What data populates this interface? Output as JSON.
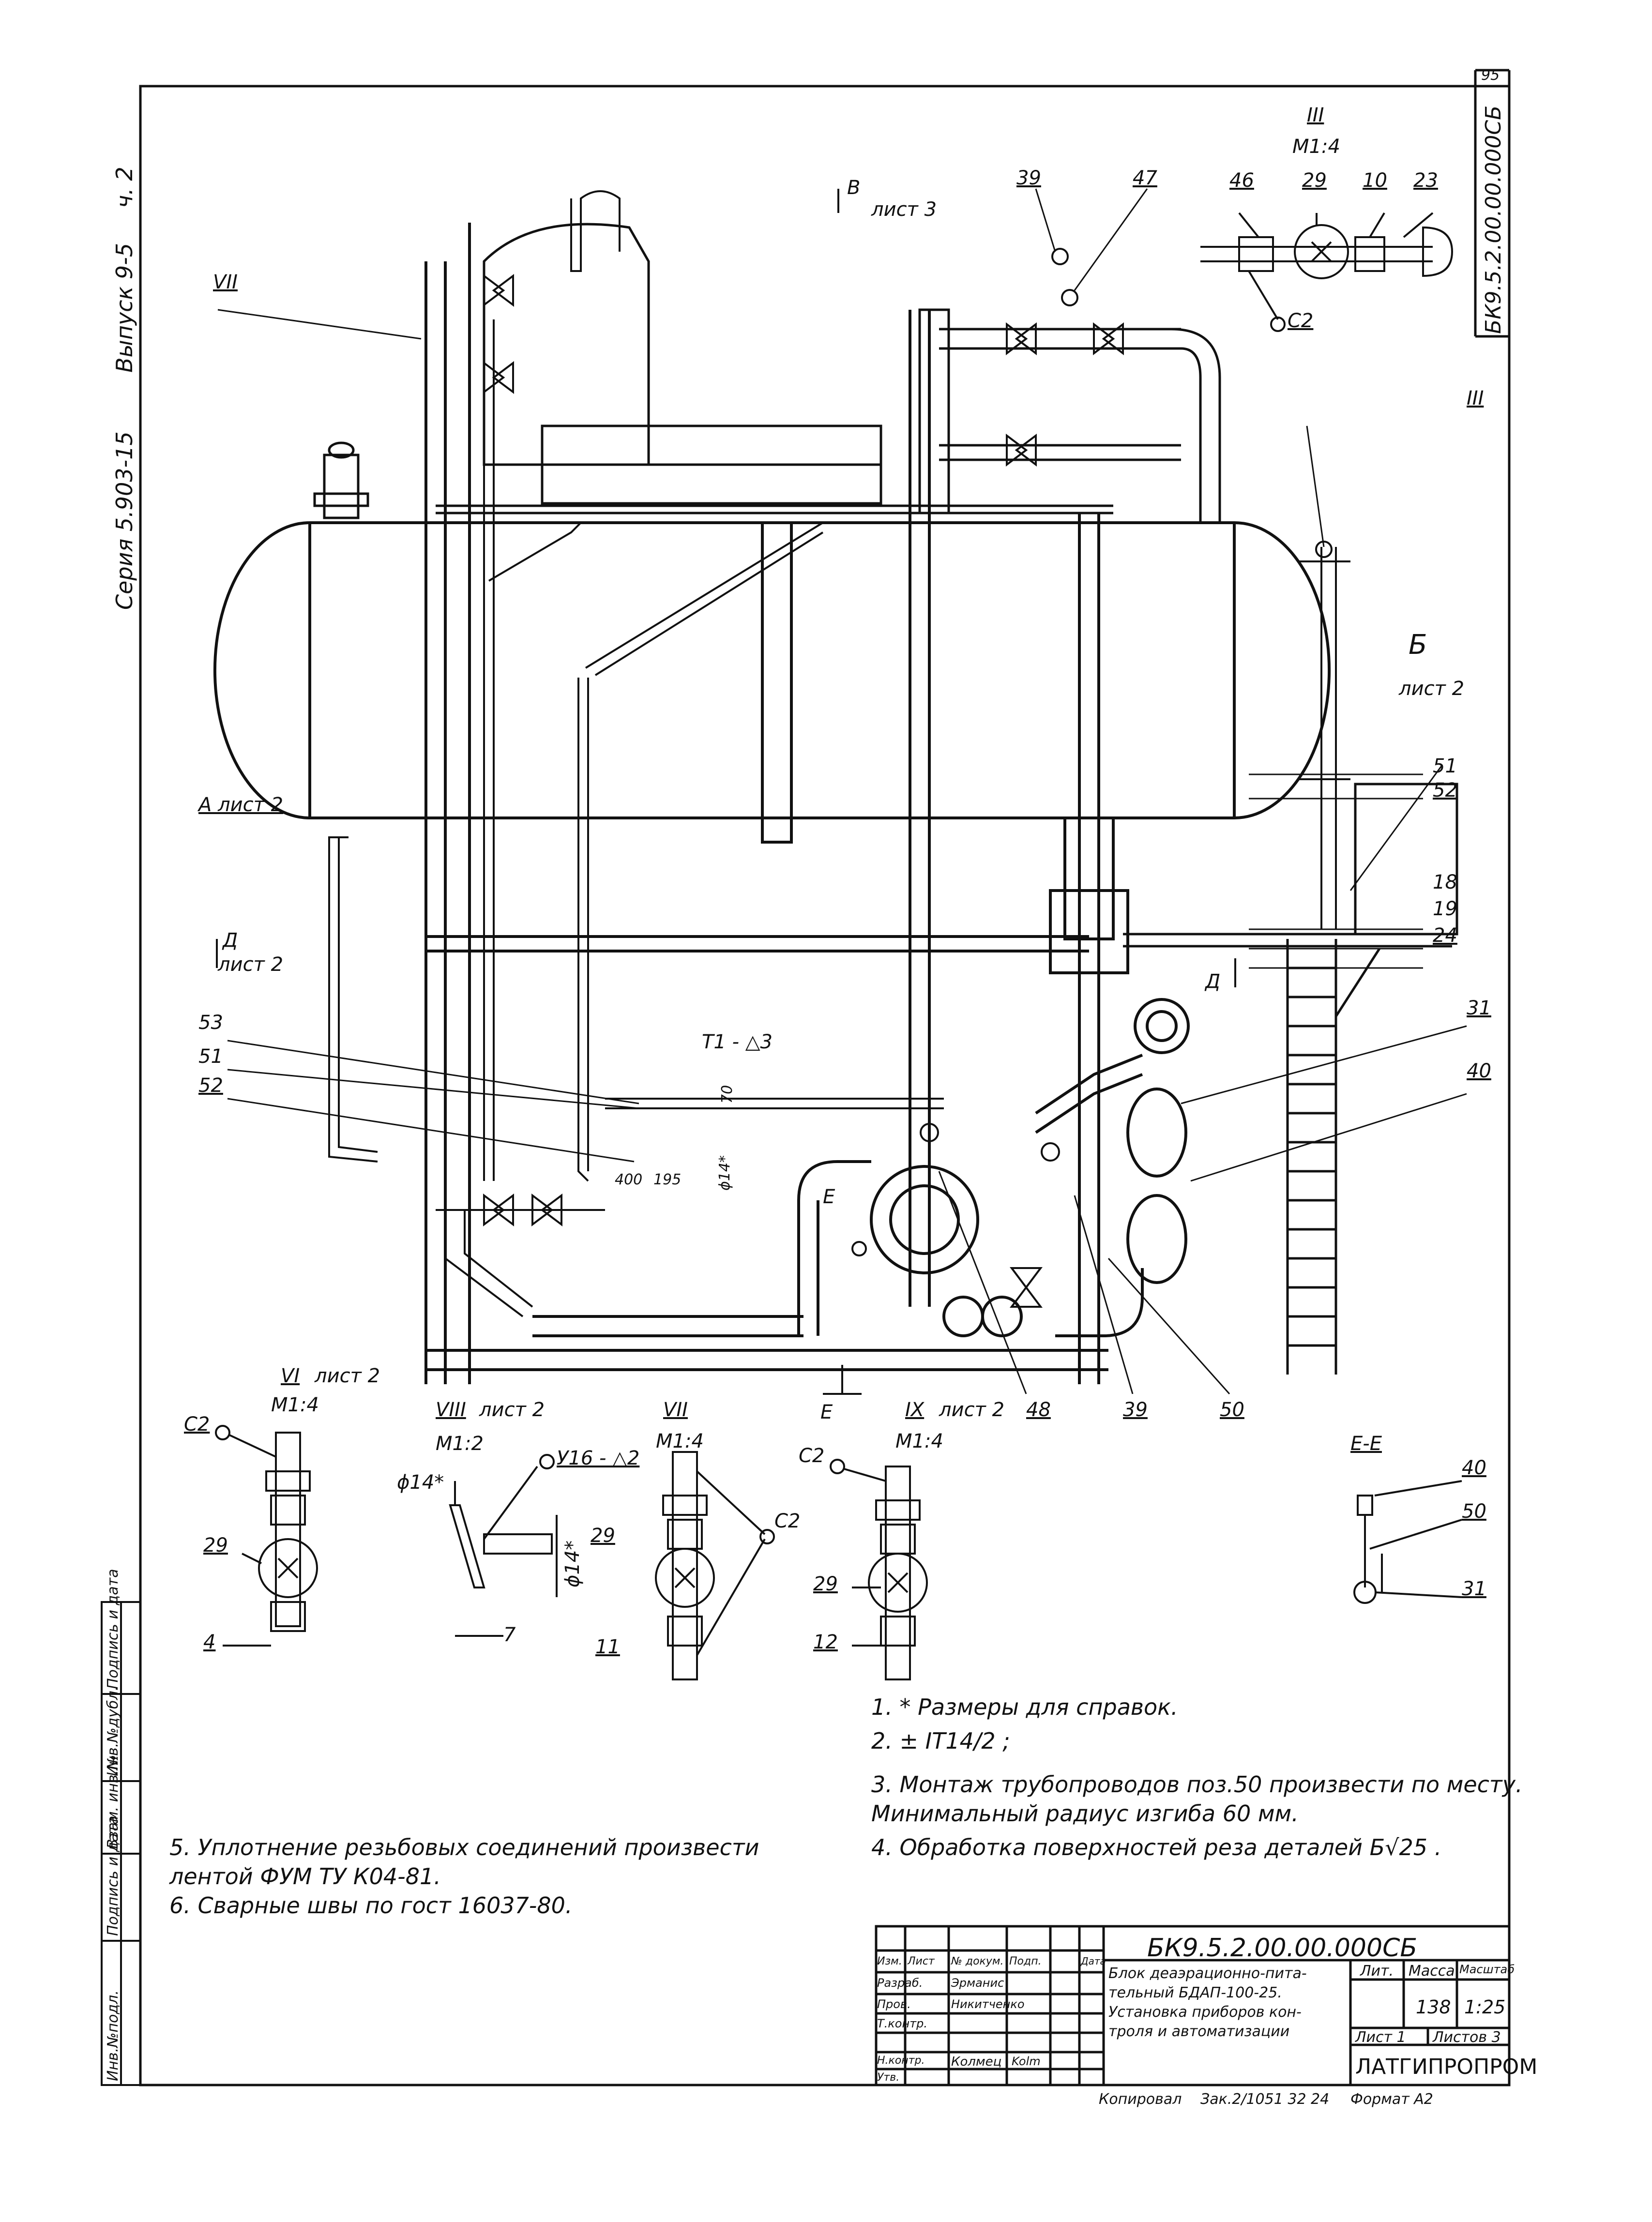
{
  "sheet": {
    "page_number": "95",
    "doc_code_vertical": "БК9.5.2.00.00.000СБ",
    "series": "Серия 5.903-15",
    "issue": "Выпуск 9-5",
    "part": "ч. 2"
  },
  "left_stamp": [
    "Инв.№подл.",
    "Подпись и дата",
    "Взам. инв.№",
    "Инв.№дубл.",
    "Подпись и дата"
  ],
  "view_labels": {
    "B": "В",
    "B_sheet": "лист 3",
    "Bside": "Б",
    "Bside_sheet": "лист 2",
    "A": "А лист 2",
    "D": "Д",
    "D_sheet": "лист 2",
    "D2": "Д",
    "E": "Е",
    "E_bottom": "Е",
    "callout_VII": "VII",
    "callout_III": "III",
    "T1": "Т1 - △3"
  },
  "callouts_top": [
    "39",
    "47"
  ],
  "callouts_right": [
    "51",
    "52",
    "18",
    "19",
    "24",
    "31",
    "40"
  ],
  "callouts_left": [
    "53",
    "51",
    "52"
  ],
  "callouts_bottom": [
    "48",
    "39",
    "50"
  ],
  "dimensions": {
    "d400": "400",
    "d195": "195",
    "d70": "70",
    "d14": "ϕ14*"
  },
  "detail_III": {
    "title": "III",
    "scale": "М1:4",
    "items": [
      "46",
      "29",
      "10",
      "23"
    ],
    "tag": "С2"
  },
  "detail_VI": {
    "title": "VI",
    "sheet": "лист 2",
    "scale": "М1:4",
    "tag": "С2",
    "items": [
      "29",
      "4"
    ]
  },
  "detail_VIII": {
    "title": "VIII",
    "sheet": "лист 2",
    "scale": "М1:2",
    "weld": "У16 - △2",
    "dim1": "ϕ14*",
    "dim2": "ϕ14*",
    "dim3": "7"
  },
  "detail_VII": {
    "title": "VII",
    "scale": "М1:4",
    "tag": "С2",
    "items": [
      "29",
      "11"
    ]
  },
  "detail_IX": {
    "title": "IX",
    "sheet": "лист 2",
    "scale": "М1:4",
    "tag": "С2",
    "items": [
      "29",
      "12"
    ],
    "cut_label": "Е"
  },
  "section_EE": {
    "title": "Е-Е",
    "items": [
      "40",
      "50",
      "31"
    ]
  },
  "notes_right": [
    "1. * Размеры для справок.",
    "2. ± IT14/2 ;",
    "3. Монтаж трубопроводов поз.50 произвести по месту.",
    "    Минимальный радиус изгиба 60 мм.",
    "4. Обработка поверхностей реза деталей Б√25 ."
  ],
  "notes_left": [
    "5. Уплотнение резьбовых соединений произвести",
    "    лентой ФУМ ТУ К04-81.",
    "6. Сварные швы по гост 16037-80."
  ],
  "title_block": {
    "designation": "БК9.5.2.00.00.000СБ",
    "name_lines": [
      "Блок деаэрационно-питательный БДАП-100-25.",
      "Установка приборов кон-",
      "троля и автоматизации"
    ],
    "name_line1": "Блок деаэрационно-пита-",
    "name_line2": "тельный БДАП-100-25.",
    "name_line3": "Установка приборов кон-",
    "name_line4": "троля и автоматизации",
    "col_lit": "Лит.",
    "col_mass": "Масса",
    "col_scale": "Масштаб",
    "mass": "138",
    "scale": "1:25",
    "sheet": "Лист 1",
    "sheets": "Листов 3",
    "org": "ЛАТГИПРОПРОМ",
    "rows": [
      {
        "role": "Изм.",
        "name": "Лист",
        "doc": "№ докум.",
        "sign": "Подп.",
        "date": "Дата"
      },
      {
        "role": "Разраб.",
        "name": "Эрманис",
        "doc": "",
        "sign": "",
        "date": ""
      },
      {
        "role": "Пров.",
        "name": "Никитченко",
        "doc": "",
        "sign": "",
        "date": ""
      },
      {
        "role": "Т.контр.",
        "name": "",
        "doc": "",
        "sign": "",
        "date": ""
      },
      {
        "role": "Н.контр.",
        "name": "Колмец",
        "doc": "",
        "sign": "Kolm",
        "date": ""
      },
      {
        "role": "Утв.",
        "name": "",
        "doc": "",
        "sign": "",
        "date": ""
      }
    ]
  },
  "footer": {
    "copied": "Копировал",
    "format": "Формат А2",
    "code": "Зак.2/1051 32 24"
  }
}
